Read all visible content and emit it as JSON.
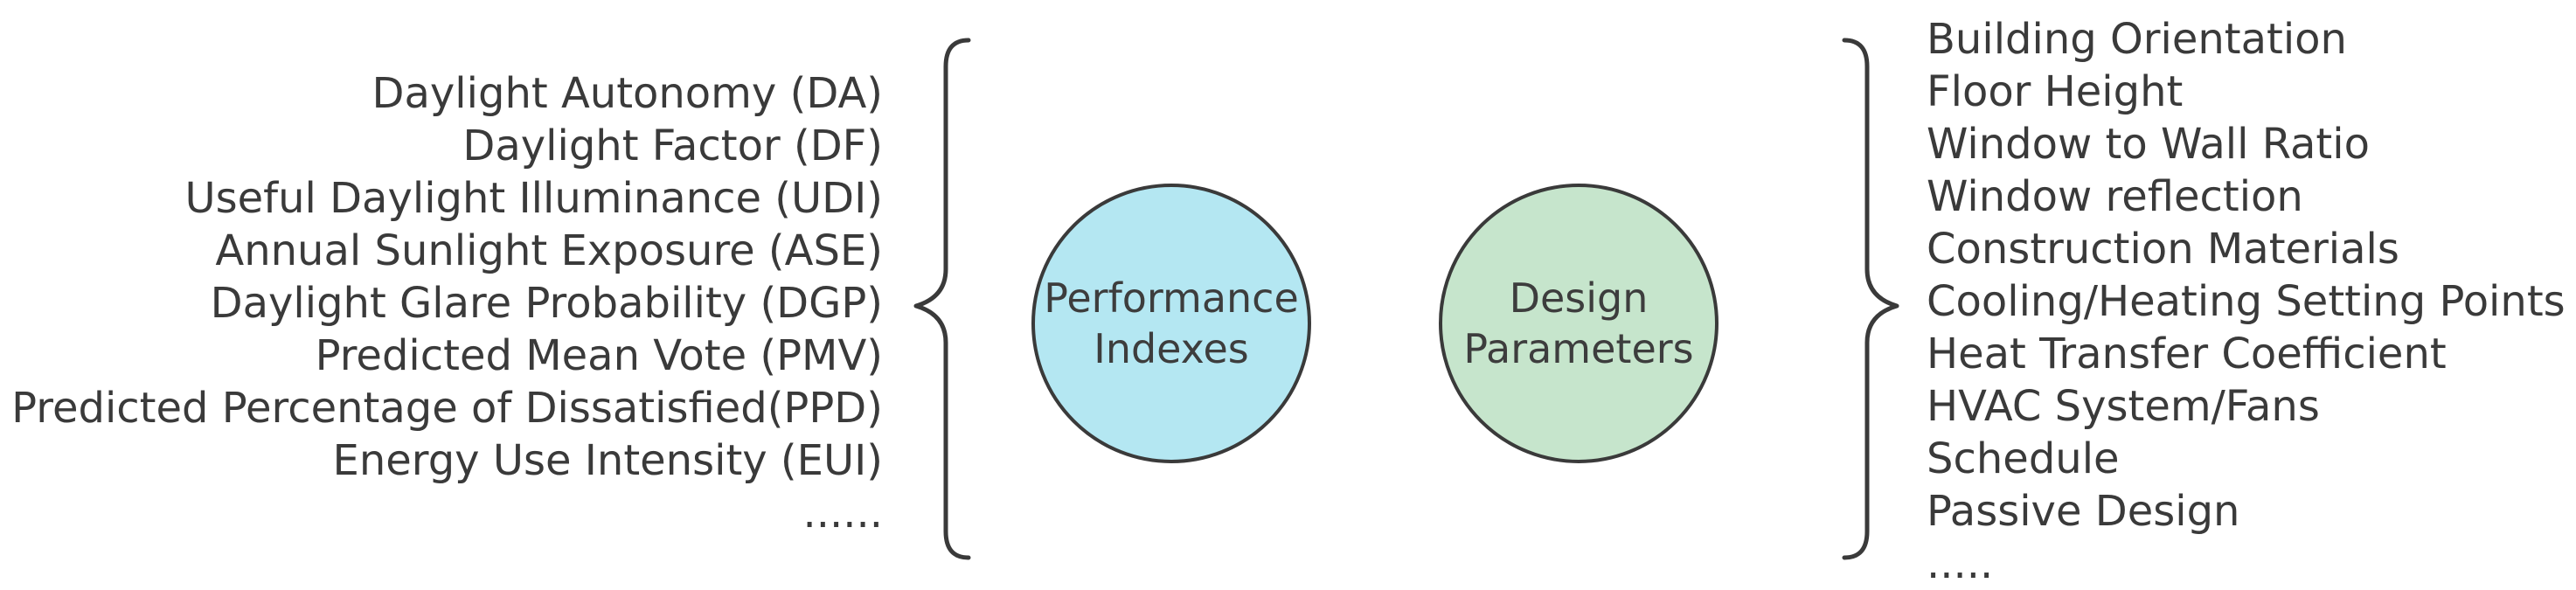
{
  "left_list": [
    "Daylight Autonomy (DA)",
    "Daylight Factor (DF)",
    "Useful Daylight Illuminance (UDI)",
    "Annual Sunlight Exposure (ASE)",
    "Daylight Glare Probability (DGP)",
    "Predicted Mean Vote (PMV)",
    "Predicted Percentage of Dissatisfied(PPD)",
    "Energy Use Intensity (EUI)",
    "......"
  ],
  "right_list": [
    "Building Orientation",
    "Floor Height",
    "Window to Wall Ratio",
    "Window reflection",
    "Construction Materials",
    "Cooling/Heating Setting Points",
    "Heat Transfer Coefficient",
    "HVAC System/Fans",
    "Schedule",
    "Passive Design",
    "....."
  ],
  "circles": {
    "performance": {
      "line1": "Performance",
      "line2": "Indexes",
      "fill": "#b4e7f2"
    },
    "design": {
      "line1": "Design",
      "line2": "Parameters",
      "fill": "#c6e5cc"
    }
  },
  "colors": {
    "text": "#3a3a3a",
    "stroke": "#3a3a3a"
  }
}
